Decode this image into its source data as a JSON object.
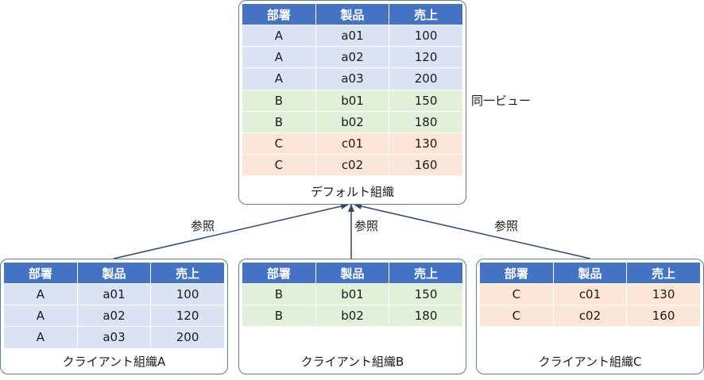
{
  "colors": {
    "header": "#4472c4",
    "org_a": "#dae3f3",
    "org_b": "#e2f0d9",
    "org_c": "#fbe5d6",
    "border": "#5b7aa6",
    "arrow": "#2f4a73"
  },
  "headers": [
    "部署",
    "製品",
    "売上"
  ],
  "default_org": {
    "caption": "デフォルト組織",
    "rows": [
      {
        "dept": "A",
        "product": "a01",
        "sales": "100",
        "group": "a"
      },
      {
        "dept": "A",
        "product": "a02",
        "sales": "120",
        "group": "a"
      },
      {
        "dept": "A",
        "product": "a03",
        "sales": "200",
        "group": "a"
      },
      {
        "dept": "B",
        "product": "b01",
        "sales": "150",
        "group": "b"
      },
      {
        "dept": "B",
        "product": "b02",
        "sales": "180",
        "group": "b"
      },
      {
        "dept": "C",
        "product": "c01",
        "sales": "130",
        "group": "c"
      },
      {
        "dept": "C",
        "product": "c02",
        "sales": "160",
        "group": "c"
      }
    ]
  },
  "same_view_label": "同一ビュー",
  "reference_label": "参照",
  "client_orgs": [
    {
      "caption": "クライアント組織A",
      "rows": [
        {
          "dept": "A",
          "product": "a01",
          "sales": "100",
          "group": "a"
        },
        {
          "dept": "A",
          "product": "a02",
          "sales": "120",
          "group": "a"
        },
        {
          "dept": "A",
          "product": "a03",
          "sales": "200",
          "group": "a"
        }
      ]
    },
    {
      "caption": "クライアント組織B",
      "rows": [
        {
          "dept": "B",
          "product": "b01",
          "sales": "150",
          "group": "b"
        },
        {
          "dept": "B",
          "product": "b02",
          "sales": "180",
          "group": "b"
        }
      ]
    },
    {
      "caption": "クライアント組織C",
      "rows": [
        {
          "dept": "C",
          "product": "c01",
          "sales": "130",
          "group": "c"
        },
        {
          "dept": "C",
          "product": "c02",
          "sales": "160",
          "group": "c"
        }
      ]
    }
  ]
}
